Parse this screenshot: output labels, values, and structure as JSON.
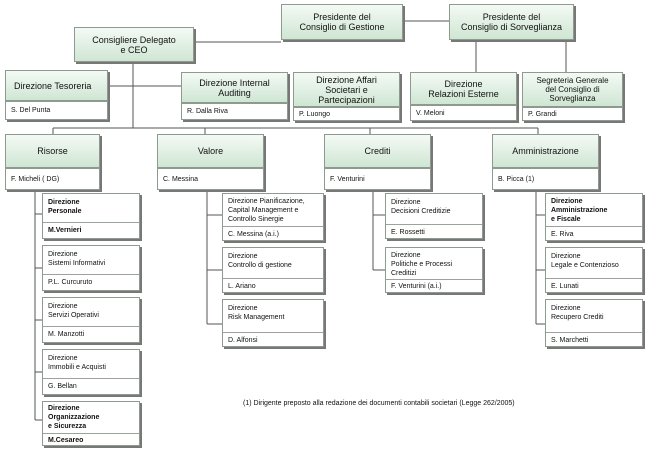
{
  "top": {
    "ceo": "Consigliere Delegato\ne CEO",
    "presidente_gestione": "Presidente del\nConsiglio di Gestione",
    "presidente_sorveglianza": "Presidente del\nConsiglio di Sorveglianza"
  },
  "staff": [
    {
      "title": "Direzione Tesoreria",
      "person": "S. Del Punta"
    },
    {
      "title": "Direzione Internal\nAuditing",
      "person": "R. Dalla Riva"
    },
    {
      "title": "Direzione Affari\nSocietari e\nPartecipazioni",
      "person": "P. Luongo"
    },
    {
      "title": "Direzione\nRelazioni Esterne",
      "person": "V. Meloni"
    },
    {
      "title": "Segreteria Generale\ndel Consiglio di\nSorveglianza",
      "person": "P. Grandi"
    }
  ],
  "areas": [
    {
      "title": "Risorse",
      "person": "F. Micheli ( DG)"
    },
    {
      "title": "Valore",
      "person": "C. Messina"
    },
    {
      "title": "Crediti",
      "person": "F. Venturini"
    },
    {
      "title": "Amministrazione",
      "person": "B. Picca (1)"
    }
  ],
  "risorse_units": [
    {
      "title": "Direzione\nPersonale",
      "person": "M.Vernieri"
    },
    {
      "title": "Direzione\nSistemi Informativi",
      "person": "P.L. Curcuruto"
    },
    {
      "title": "Direzione\nServizi Operativi",
      "person": "M. Manzotti"
    },
    {
      "title": "Direzione\nImmobili e Acquisti",
      "person": "G. Bellan"
    },
    {
      "title": "Direzione\nOrganizzazione\ne Sicurezza",
      "person": "M.Cesareo"
    }
  ],
  "valore_units": [
    {
      "title": "Direzione Pianificazione,\nCapital Management e\nControllo Sinergie",
      "person": "C. Messina (a.i.)"
    },
    {
      "title": "Direzione\nControllo di gestione",
      "person": "L. Ariano"
    },
    {
      "title": "Direzione\nRisk Management",
      "person": "D. Alfonsi"
    }
  ],
  "crediti_units": [
    {
      "title": "Direzione\nDecisioni Creditizie",
      "person": "E. Rossetti"
    },
    {
      "title": "Direzione\nPolitiche e Processi\nCreditizi",
      "person": "F. Venturini (a.i.)"
    }
  ],
  "amministrazione_units": [
    {
      "title": "Direzione\nAmministrazione\ne Fiscale",
      "person": "E. Riva"
    },
    {
      "title": "Direzione\nLegale e Contenzioso",
      "person": "E. Lunati"
    },
    {
      "title": "Direzione\nRecupero Crediti",
      "person": "S. Marchetti"
    }
  ],
  "footnote": "(1) Dirigente preposto alla redazione dei documenti contabili societari (Legge 262/2005)"
}
